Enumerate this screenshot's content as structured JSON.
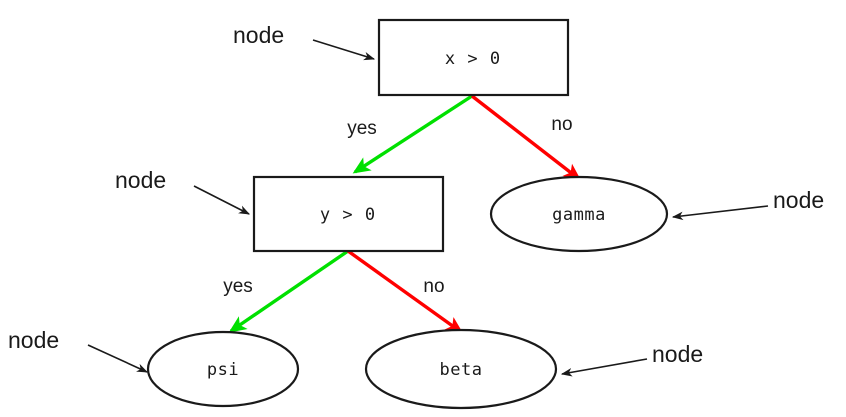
{
  "diagram": {
    "type": "decision-tree",
    "title": "",
    "colors": {
      "yes_edge": "#00e000",
      "no_edge": "#ff0000",
      "shape_stroke": "#1a1a1a",
      "shape_fill": "#ffffff",
      "annotation": "#1a1a1a",
      "background": "#ffffff"
    },
    "nodes": [
      {
        "id": "root",
        "shape": "rectangle",
        "label": "x > 0",
        "role": "decision"
      },
      {
        "id": "inner",
        "shape": "rectangle",
        "label": "y > 0",
        "role": "decision"
      },
      {
        "id": "gamma",
        "shape": "ellipse",
        "label": "gamma",
        "role": "leaf"
      },
      {
        "id": "psi",
        "shape": "ellipse",
        "label": "psi",
        "role": "leaf"
      },
      {
        "id": "beta",
        "shape": "ellipse",
        "label": "beta",
        "role": "leaf"
      }
    ],
    "edges": [
      {
        "id": "root-yes",
        "from": "root",
        "to": "inner",
        "label": "yes",
        "color": "#00e000"
      },
      {
        "id": "root-no",
        "from": "root",
        "to": "gamma",
        "label": "no",
        "color": "#ff0000"
      },
      {
        "id": "inner-yes",
        "from": "inner",
        "to": "psi",
        "label": "yes",
        "color": "#00e000"
      },
      {
        "id": "inner-no",
        "from": "inner",
        "to": "beta",
        "label": "no",
        "color": "#ff0000"
      }
    ],
    "annotations": [
      {
        "id": "ann-root",
        "label": "node",
        "target": "root"
      },
      {
        "id": "ann-inner",
        "label": "node",
        "target": "inner"
      },
      {
        "id": "ann-gamma",
        "label": "node",
        "target": "gamma"
      },
      {
        "id": "ann-psi",
        "label": "node",
        "target": "psi"
      },
      {
        "id": "ann-beta",
        "label": "node",
        "target": "beta"
      }
    ]
  }
}
